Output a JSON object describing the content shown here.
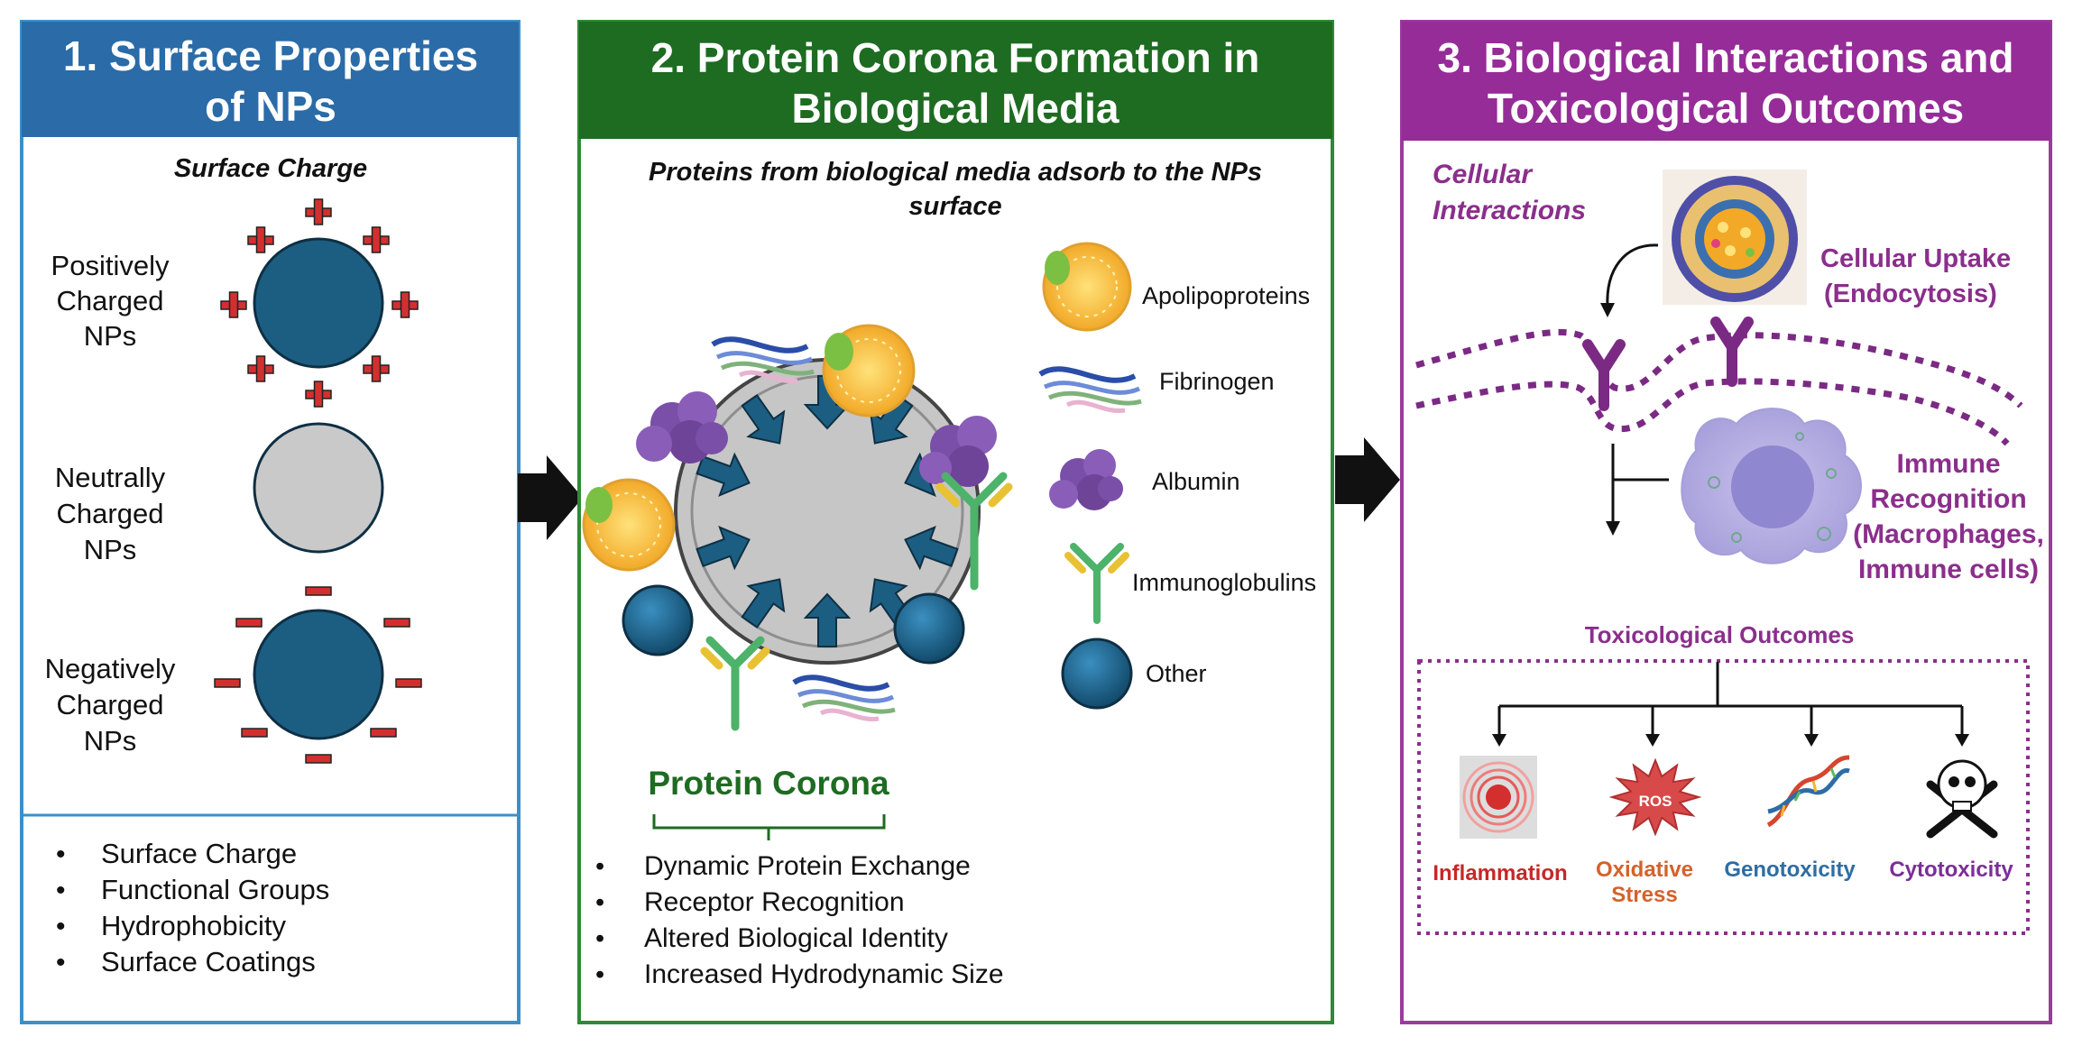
{
  "colors": {
    "panel1_header": "#2A6BA8",
    "panel1_border": "#3B8FCB",
    "panel2_header": "#1E6B22",
    "panel2_border": "#2F8A35",
    "panel3_header": "#962C98",
    "panel3_border": "#9A3B9D",
    "np_blue": "#1C5E82",
    "np_gray": "#C9C9C9",
    "charge_red": "#D32F2F",
    "corona_green": "#1E6B22",
    "purple_text": "#8B2E8C",
    "membrane": "#7B2A84",
    "inflammation": "#C62828",
    "oxidative": "#D4622B",
    "genotoxicity": "#2E6DA4",
    "cytotoxicity": "#7B2E99"
  },
  "panel1": {
    "header_line1": "1. Surface Properties",
    "header_line2": "of NPs",
    "subtitle": "Surface Charge",
    "positive": [
      "Positively",
      "Charged",
      "NPs"
    ],
    "neutral": [
      "Neutrally",
      "Charged",
      "NPs"
    ],
    "negative": [
      "Negatively",
      "Charged",
      "NPs"
    ],
    "plus_sign": "+",
    "minus_sign": "−",
    "bullets": [
      "Surface Charge",
      "Functional Groups",
      "Hydrophobicity",
      "Surface Coatings"
    ]
  },
  "panel2": {
    "header_line1": "2. Protein Corona Formation in",
    "header_line2": "Biological Media",
    "subtitle_line1": "Proteins from biological media adsorb to the NPs",
    "subtitle_line2": "surface",
    "legend": [
      "Apolipoproteins",
      "Fibrinogen",
      "Albumin",
      "Immunoglobulins",
      "Other"
    ],
    "corona_label": "Protein Corona",
    "bullets": [
      "Dynamic Protein Exchange",
      "Receptor Recognition",
      "Altered Biological Identity",
      "Increased Hydrodynamic Size"
    ]
  },
  "panel3": {
    "header_line1": "3. Biological Interactions and",
    "header_line2": "Toxicological Outcomes",
    "cellular_interactions": [
      "Cellular",
      "Interactions"
    ],
    "cellular_uptake": [
      "Cellular Uptake",
      "(Endocytosis)"
    ],
    "immune_recognition": [
      "Immune",
      "Recognition",
      "(Macrophages,",
      "Immune cells)"
    ],
    "tox_title": "Toxicological Outcomes",
    "ros_label": "ROS",
    "outcomes": [
      {
        "label": [
          "Inflammation"
        ],
        "color": "#C62828"
      },
      {
        "label": [
          "Oxidative",
          "Stress"
        ],
        "color": "#D4622B"
      },
      {
        "label": [
          "Genotoxicity"
        ],
        "color": "#2E6DA4"
      },
      {
        "label": [
          "Cytotoxicity"
        ],
        "color": "#7B2E99"
      }
    ]
  },
  "bullet_glyph": "•"
}
